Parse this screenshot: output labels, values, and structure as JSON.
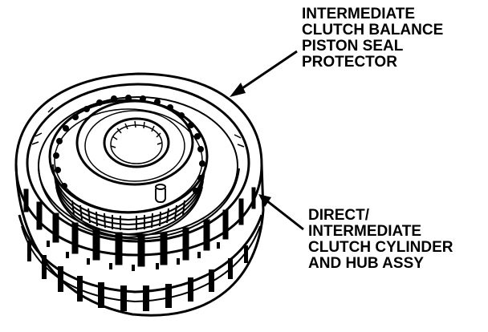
{
  "labels": {
    "seal_protector": [
      "INTERMEDIATE",
      "CLUTCH BALANCE",
      "PISTON SEAL",
      "PROTECTOR"
    ],
    "cylinder_assy": [
      "DIRECT/",
      "INTERMEDIATE",
      "CLUTCH CYLINDER",
      "AND HUB ASSY"
    ]
  },
  "colors": {
    "ink": "#000000",
    "paper": "#ffffff"
  }
}
